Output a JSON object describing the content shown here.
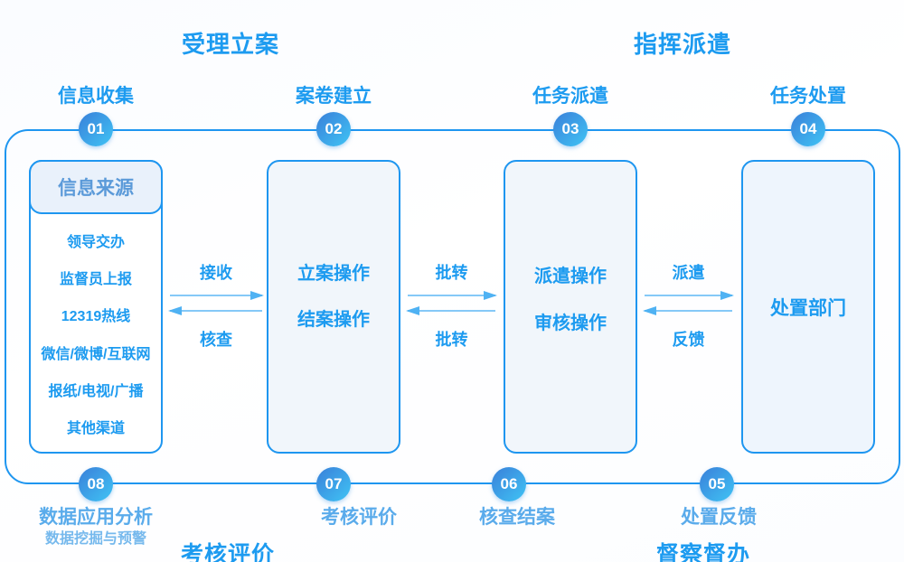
{
  "top_sections": [
    {
      "label": "受理立案"
    },
    {
      "label": "指挥派遣"
    }
  ],
  "stages": [
    {
      "num": "01",
      "label": "信息收集"
    },
    {
      "num": "02",
      "label": "案卷建立"
    },
    {
      "num": "03",
      "label": "任务派遣"
    },
    {
      "num": "04",
      "label": "任务处置"
    }
  ],
  "source_box": {
    "header": "信息来源",
    "items": [
      "领导交办",
      "监督员上报",
      "12319热线",
      "微信/微博/互联网",
      "报纸/电视/广播",
      "其他渠道"
    ]
  },
  "process_boxes": {
    "case_box": {
      "line1": "立案操作",
      "line2": "结案操作"
    },
    "dispatch_box": {
      "line1": "派遣操作",
      "line2": "审核操作"
    },
    "handle_box": {
      "line1": "处置部门"
    }
  },
  "arrows": [
    {
      "top_label": "接收",
      "bottom_label": "核查"
    },
    {
      "top_label": "批转",
      "bottom_label": "批转"
    },
    {
      "top_label": "派遣",
      "bottom_label": "反馈"
    }
  ],
  "bottom_stages": [
    {
      "num": "08",
      "label": "数据应用分析",
      "sublabel": "数据挖掘与预警"
    },
    {
      "num": "07",
      "label": "考核评价",
      "sublabel": ""
    },
    {
      "num": "06",
      "label": "核查结案",
      "sublabel": ""
    },
    {
      "num": "05",
      "label": "处置反馈",
      "sublabel": ""
    }
  ],
  "bottom_sections": [
    {
      "label": "考核评价"
    },
    {
      "label": "督察督办"
    }
  ],
  "colors": {
    "primary_blue": "#1d9bf0",
    "border_blue": "#1e96f0",
    "circle_gradient_start": "#3a86dc",
    "circle_gradient_end": "#3fbdf2",
    "box_fill": "#f1f6fb",
    "header_fill": "#e9f1fb",
    "arrow_line": "#85c9f7"
  }
}
